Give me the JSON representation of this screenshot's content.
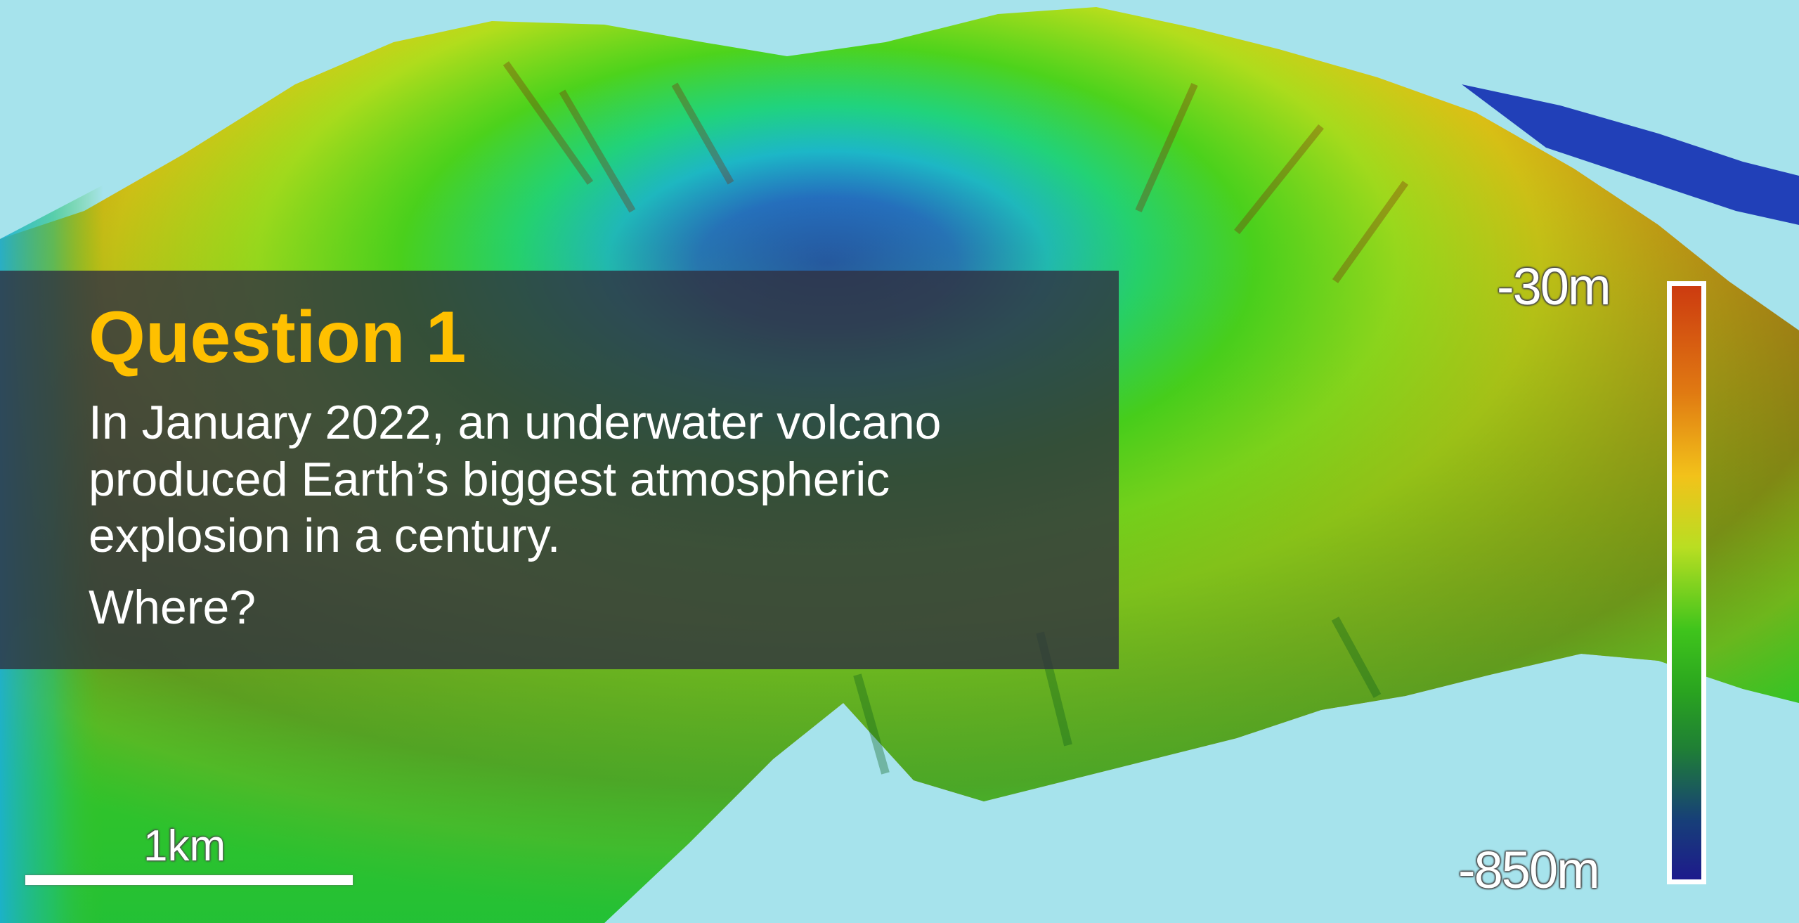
{
  "question": {
    "title": "Question 1",
    "text": "In January 2022, an underwater volcano produced Earth’s biggest atmospheric explosion in a century.",
    "sub": "Where?"
  },
  "legend": {
    "top_label": "-30m",
    "bottom_label": "-850m"
  },
  "scale": {
    "label": "1km"
  },
  "colors": {
    "background": "#a6e3ec",
    "title": "#ffc000",
    "panel": "#303040"
  }
}
